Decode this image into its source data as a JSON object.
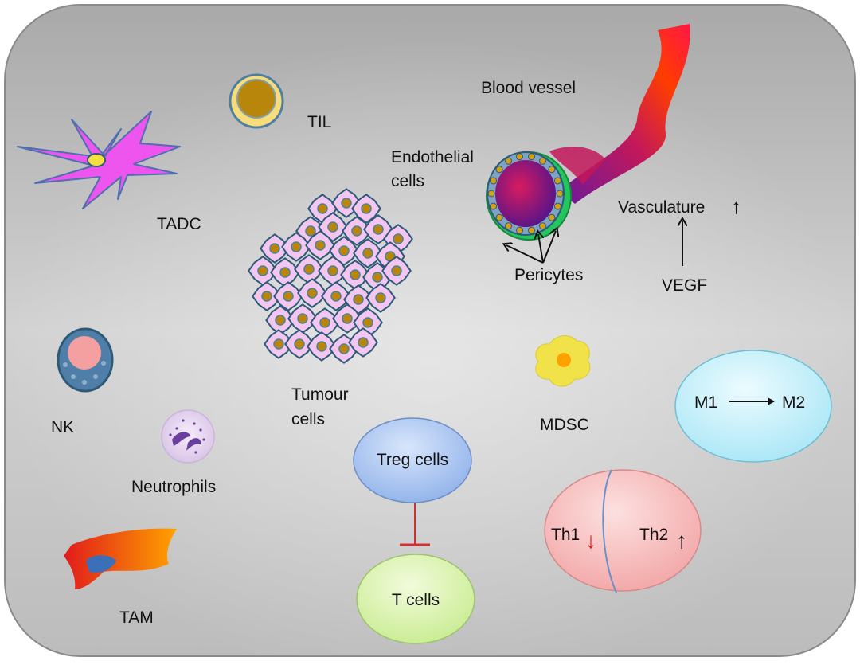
{
  "labels": {
    "til": "TIL",
    "tadc": "TADC",
    "blood_vessel": "Blood vessel",
    "endothelial_1": "Endothelial",
    "endothelial_2": "cells",
    "vasculature": "Vasculature",
    "pericytes": "Pericytes",
    "vegf": "VEGF",
    "tumour_1": "Tumour",
    "tumour_2": "cells",
    "nk": "NK",
    "neutrophils": "Neutrophils",
    "tam": "TAM",
    "treg": "Treg cells",
    "t_cells": "T cells",
    "mdsc": "MDSC",
    "m1": "M1",
    "m2": "M2",
    "th1": "Th1",
    "th2": "Th2"
  },
  "arrows": {
    "up": "↑",
    "down": "↓"
  },
  "colors": {
    "tadc": "#ee55ee",
    "til_outer": "#f6dc7a",
    "til_inner": "#b8860b",
    "tumour_fill": "#f3c6f0",
    "tumour_stroke": "#2d5a78",
    "treg_fill": "#9fbff0",
    "t_cell_fill": "#d8f2a8",
    "m_fill": "#bfeefa",
    "th_fill": "#f7b8b8",
    "mdsc_fill": "#f2e24a",
    "th1_arrow": "#e02020",
    "inhibit": "#d03030"
  }
}
